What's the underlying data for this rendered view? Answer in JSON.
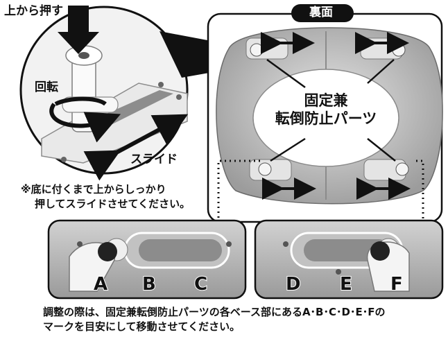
{
  "labels": {
    "press_from_top": "上から押す",
    "rotate": "回転",
    "slide": "スライド",
    "back_side": "裏面",
    "callout_line1": "固定兼",
    "callout_line2": "転倒防止パーツ"
  },
  "note": {
    "line1": "※底に付くまで上からしっかり",
    "line2": "押してスライドさせてください。"
  },
  "position_marks": [
    "A",
    "B",
    "C",
    "D",
    "E",
    "F"
  ],
  "instruction": {
    "line1": "調整の際は、固定兼転倒防止パーツの各ベース部にあるA･B･C･D･E･Fの",
    "line2": "マークを目安にして移動させてください。"
  },
  "colors": {
    "ink": "#111111",
    "light_gray": "#d9d9d9",
    "mid_gray": "#a9a9a9",
    "dark_gray": "#6f6f6f",
    "panel_gray": "#c4c4c4"
  }
}
